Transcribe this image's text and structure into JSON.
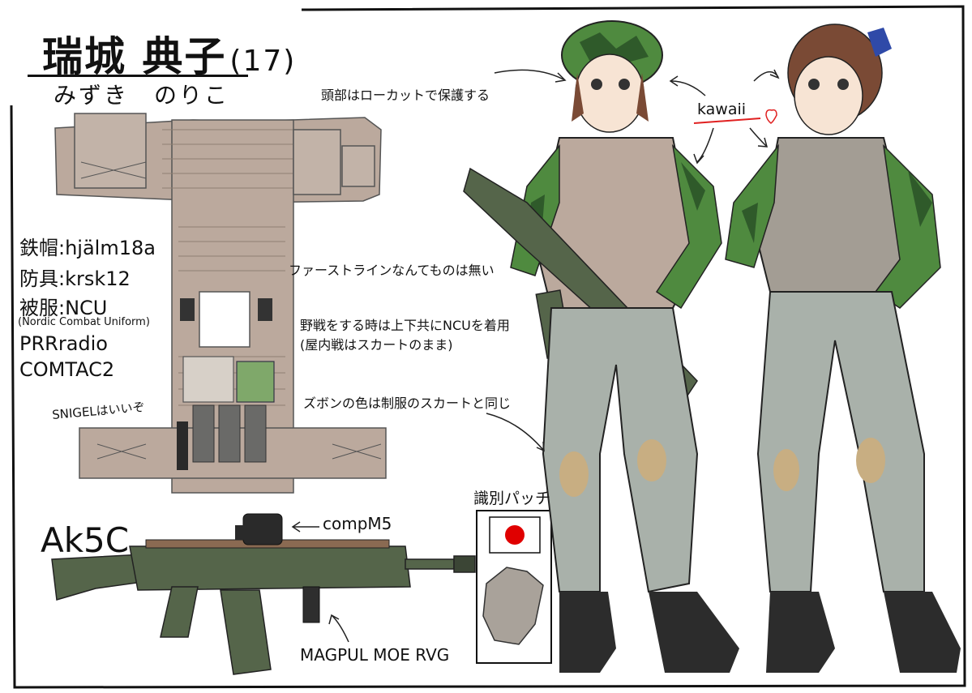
{
  "character": {
    "name": "瑞城 典子",
    "age": "(17)",
    "reading": "みずき　のりこ"
  },
  "specs": {
    "helmet": "鉄帽:hjälm18a",
    "armor": "防具:krsk12",
    "uniform": "被服:NCU",
    "uniform_full": "(Nordic Combat Uniform)",
    "radio": "PRRradio",
    "headset": "COMTAC2",
    "snigel_note": "SNIGELはいいぞ"
  },
  "weapon": {
    "name": "Ak5C",
    "optic_label": "compM5",
    "grip_label": "MAGPUL MOE RVG"
  },
  "annotations": {
    "head": "頭部はローカットで保護する",
    "firstline": "ファーストラインなんてものは無い",
    "field_line1": "野戦をする時は上下共にNCUを着用",
    "field_line2": "(屋内戦はスカートのまま)",
    "trousers": "ズボンの色は制服のスカートと同じ",
    "kawaii": "kawaii",
    "patch_title": "識別パッチ"
  },
  "colors": {
    "vest": "#bba99d",
    "camo_dark": "#2f5a2a",
    "camo_mid": "#4f8a3f",
    "camo_light": "#8fbf5a",
    "trousers": "#a9b1aa",
    "rifle": "#55654a",
    "boots": "#2c2c2c",
    "flag_red": "#e00000",
    "accent_red": "#e02020"
  }
}
